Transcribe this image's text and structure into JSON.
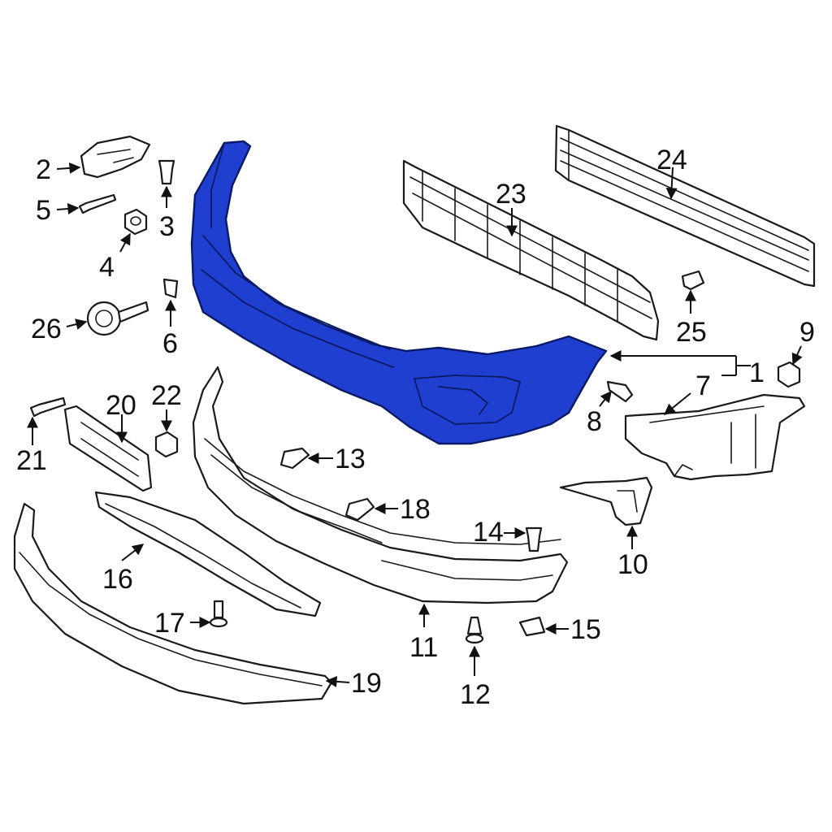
{
  "diagram": {
    "highlight_color": "#1f3fd1",
    "line_color": "#1a1a1a",
    "callouts": [
      "1",
      "2",
      "3",
      "4",
      "5",
      "6",
      "7",
      "8",
      "9",
      "10",
      "11",
      "12",
      "13",
      "14",
      "15",
      "16",
      "17",
      "18",
      "19",
      "20",
      "21",
      "22",
      "23",
      "24",
      "25",
      "26"
    ]
  }
}
